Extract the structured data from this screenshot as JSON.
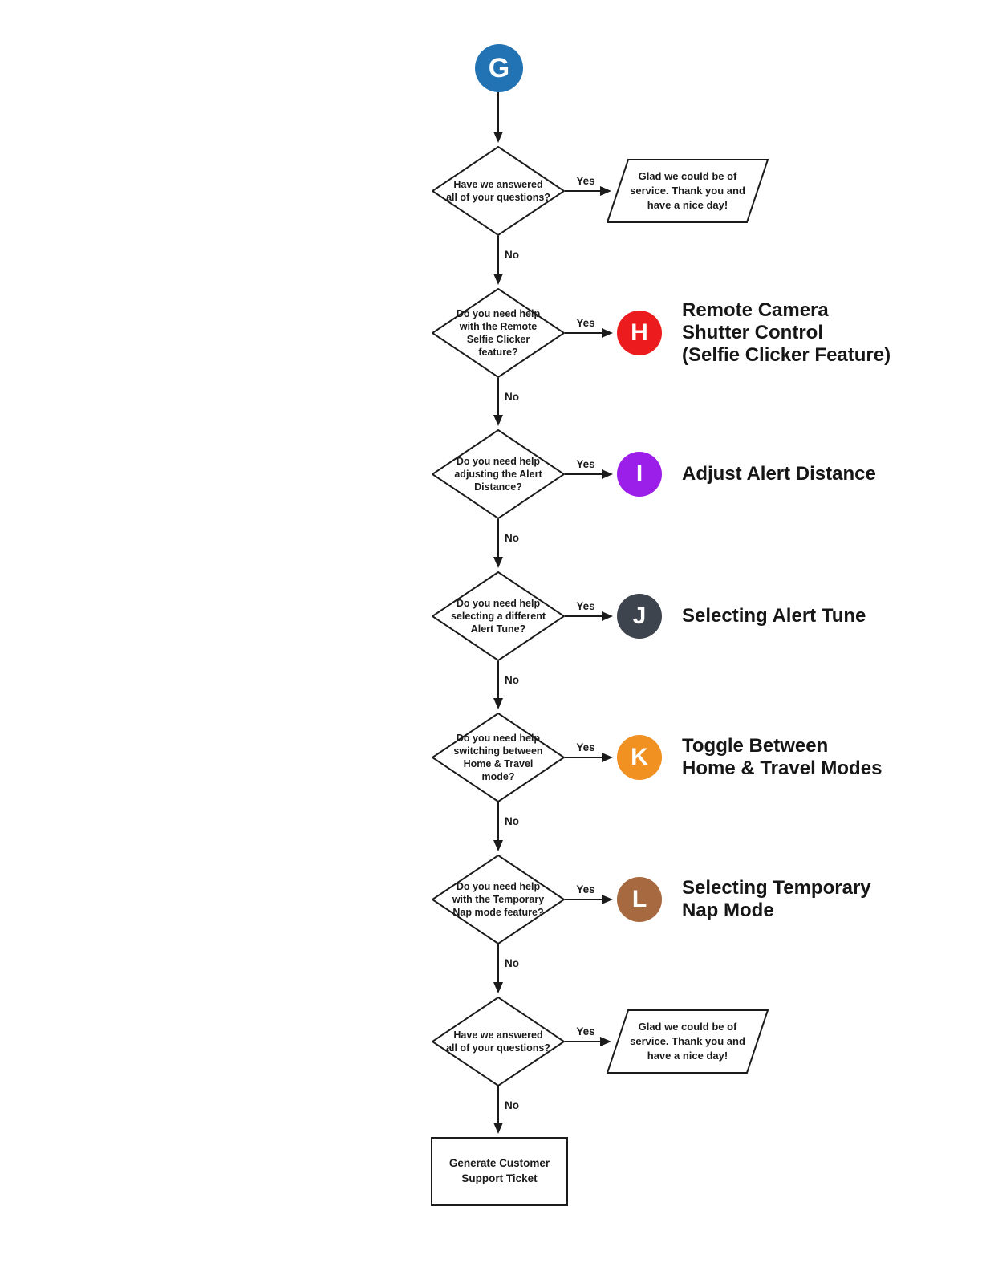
{
  "start_node": {
    "label": "G",
    "color": "#2173b4"
  },
  "decisions": [
    {
      "question": "Have we answered\nall of your questions?",
      "yes_label": "Yes",
      "no_label": "No"
    },
    {
      "question": "Do you need help\nwith the Remote\nSelfie Clicker\nfeature?",
      "yes_label": "Yes",
      "no_label": "No"
    },
    {
      "question": "Do you need help\nadjusting the Alert\nDistance?",
      "yes_label": "Yes",
      "no_label": "No"
    },
    {
      "question": "Do you need help\nselecting a different\nAlert Tune?",
      "yes_label": "Yes",
      "no_label": "No"
    },
    {
      "question": "Do you need help\nswitching between\nHome & Travel\nmode?",
      "yes_label": "Yes",
      "no_label": "No"
    },
    {
      "question": "Do you need help\nwith the Temporary\nNap mode feature?",
      "yes_label": "Yes",
      "no_label": "No"
    },
    {
      "question": "Have we answered\nall of your questions?",
      "yes_label": "Yes",
      "no_label": "No"
    }
  ],
  "outcomes": [
    {
      "label": "H",
      "color": "#ec1c1e",
      "title": "Remote Camera\nShutter Control\n(Selfie Clicker Feature)"
    },
    {
      "label": "I",
      "color": "#9b1fe9",
      "title": "Adjust Alert Distance"
    },
    {
      "label": "J",
      "color": "#3e444e",
      "title": "Selecting Alert Tune"
    },
    {
      "label": "K",
      "color": "#f09122",
      "title": "Toggle Between\nHome & Travel Modes"
    },
    {
      "label": "L",
      "color": "#a7693f",
      "title": "Selecting Temporary\nNap Mode"
    }
  ],
  "terminators": [
    {
      "text": "Glad we could be of\nservice. Thank you and\nhave a nice day!"
    },
    {
      "text": "Glad we could be of\nservice. Thank you and\nhave a nice day!"
    }
  ],
  "end_node": {
    "text": "Generate Customer\nSupport Ticket"
  }
}
